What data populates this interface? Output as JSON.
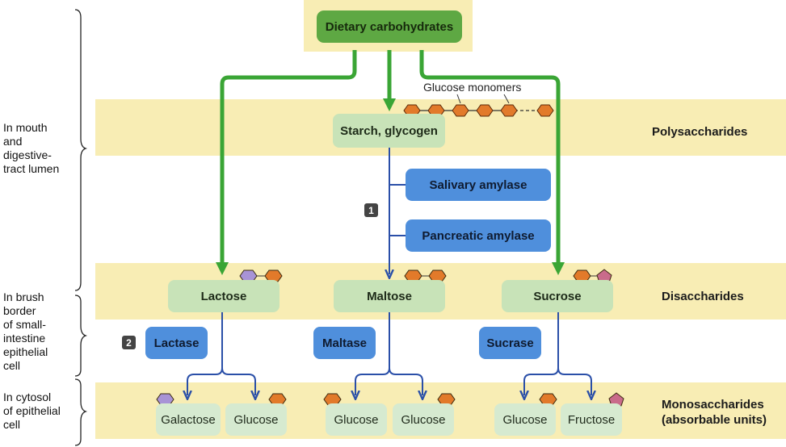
{
  "title": "Dietary carbohydrates",
  "regions": {
    "lumen": "In mouth\nand\ndigestive-\ntract lumen",
    "brush_border": "In brush\nborder\nof small-\nintestine\nepithelial\ncell",
    "cytosol": "In cytosol\nof epithelial\ncell"
  },
  "levels": {
    "polysaccharides": "Polysaccharides",
    "disaccharides": "Disaccharides",
    "monosaccharides": "Monosaccharides\n(absorbable units)"
  },
  "polysaccharide": {
    "label": "Starch, glycogen",
    "monomer_caption": "Glucose monomers"
  },
  "enzymes_step1": {
    "badge": "1",
    "salivary": "Salivary amylase",
    "pancreatic": "Pancreatic amylase"
  },
  "disaccharides": {
    "lactose": "Lactose",
    "maltose": "Maltose",
    "sucrose": "Sucrose"
  },
  "enzymes_step2": {
    "badge": "2",
    "lactase": "Lactase",
    "maltase": "Maltase",
    "sucrase": "Sucrase"
  },
  "monosaccharides": {
    "galactose": "Galactose",
    "glucose_1": "Glucose",
    "glucose_2": "Glucose",
    "glucose_3": "Glucose",
    "glucose_4": "Glucose",
    "fructose": "Fructose"
  },
  "colors": {
    "band": "#f8edb4",
    "green_arrow": "#3aa535",
    "blue_arrow": "#2a4fa8",
    "glucose_hex": "#e27a2a",
    "galactose_hex": "#a893d6",
    "fructose_pent": "#c96b8b"
  }
}
